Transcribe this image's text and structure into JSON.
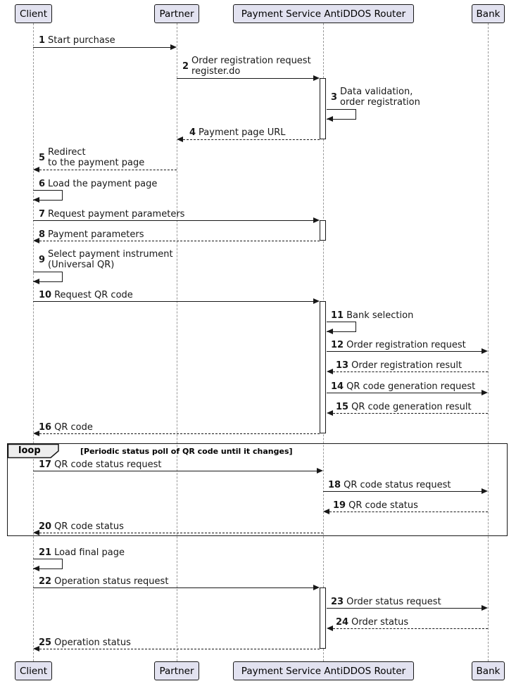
{
  "participants": [
    {
      "name": "Client"
    },
    {
      "name": "Partner"
    },
    {
      "name": "Payment Service AntiDDOS Router"
    },
    {
      "name": "Bank"
    }
  ],
  "loop_block": {
    "operator": "loop",
    "condition": "[Periodic status poll of QR code until it changes]"
  },
  "messages": [
    {
      "num": "1",
      "text": "Start purchase",
      "from": "Client",
      "to": "Partner",
      "type": "solid"
    },
    {
      "num": "2",
      "text": "Order registration request\n register.do",
      "from": "Partner",
      "to": "Payment Service AntiDDOS Router",
      "type": "solid"
    },
    {
      "num": "3",
      "text": "Data validation,\n order registration",
      "from": "Payment Service AntiDDOS Router",
      "to": "Payment Service AntiDDOS Router",
      "type": "self"
    },
    {
      "num": "4",
      "text": "Payment page URL",
      "from": "Payment Service AntiDDOS Router",
      "to": "Partner",
      "type": "dashed"
    },
    {
      "num": "5",
      "text": "Redirect\n to the payment page",
      "from": "Partner",
      "to": "Client",
      "type": "dashed"
    },
    {
      "num": "6",
      "text": "Load the payment page",
      "from": "Client",
      "to": "Client",
      "type": "self"
    },
    {
      "num": "7",
      "text": "Request payment parameters",
      "from": "Client",
      "to": "Payment Service AntiDDOS Router",
      "type": "solid"
    },
    {
      "num": "8",
      "text": "Payment parameters",
      "from": "Payment Service AntiDDOS Router",
      "to": "Client",
      "type": "dashed"
    },
    {
      "num": "9",
      "text": "Select payment instrument\n (Universal QR)",
      "from": "Client",
      "to": "Client",
      "type": "self"
    },
    {
      "num": "10",
      "text": "Request QR code",
      "from": "Client",
      "to": "Payment Service AntiDDOS Router",
      "type": "solid"
    },
    {
      "num": "11",
      "text": "Bank selection",
      "from": "Payment Service AntiDDOS Router",
      "to": "Payment Service AntiDDOS Router",
      "type": "self"
    },
    {
      "num": "12",
      "text": "Order registration request",
      "from": "Payment Service AntiDDOS Router",
      "to": "Bank",
      "type": "solid"
    },
    {
      "num": "13",
      "text": "Order registration result",
      "from": "Bank",
      "to": "Payment Service AntiDDOS Router",
      "type": "dashed"
    },
    {
      "num": "14",
      "text": "QR code generation request",
      "from": "Payment Service AntiDDOS Router",
      "to": "Bank",
      "type": "solid"
    },
    {
      "num": "15",
      "text": "QR code generation result",
      "from": "Bank",
      "to": "Payment Service AntiDDOS Router",
      "type": "dashed"
    },
    {
      "num": "16",
      "text": "QR code",
      "from": "Payment Service AntiDDOS Router",
      "to": "Client",
      "type": "dashed"
    },
    {
      "num": "17",
      "text": "QR code status request",
      "from": "Client",
      "to": "Payment Service AntiDDOS Router",
      "type": "solid"
    },
    {
      "num": "18",
      "text": "QR code status request",
      "from": "Payment Service AntiDDOS Router",
      "to": "Bank",
      "type": "solid"
    },
    {
      "num": "19",
      "text": "QR code status",
      "from": "Bank",
      "to": "Payment Service AntiDDOS Router",
      "type": "dashed"
    },
    {
      "num": "20",
      "text": "QR code status",
      "from": "Payment Service AntiDDOS Router",
      "to": "Client",
      "type": "dashed"
    },
    {
      "num": "21",
      "text": "Load final page",
      "from": "Client",
      "to": "Client",
      "type": "self"
    },
    {
      "num": "22",
      "text": "Operation status request",
      "from": "Client",
      "to": "Payment Service AntiDDOS Router",
      "type": "solid"
    },
    {
      "num": "23",
      "text": "Order status request",
      "from": "Payment Service AntiDDOS Router",
      "to": "Bank",
      "type": "solid"
    },
    {
      "num": "24",
      "text": "Order status",
      "from": "Bank",
      "to": "Payment Service AntiDDOS Router",
      "type": "dashed"
    },
    {
      "num": "25",
      "text": "Operation status",
      "from": "Payment Service AntiDDOS Router",
      "to": "Client",
      "type": "dashed"
    }
  ],
  "colors": {
    "participant_fill": "#E2E2F0",
    "participant_border": "#181818",
    "lifeline": "#999999",
    "arrow": "#181818",
    "loop_tag_fill": "#EEEEEE"
  }
}
